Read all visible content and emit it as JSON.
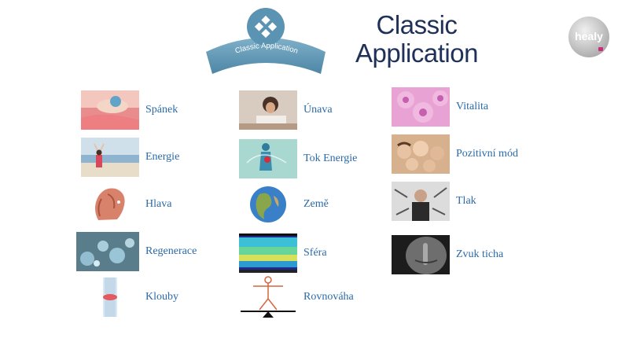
{
  "header": {
    "badge_text": "Classic Application",
    "title_line1": "Classic",
    "title_line2": "Application",
    "logo_text": "healy"
  },
  "columns": [
    {
      "items": [
        {
          "label": "Spánek",
          "icon": "sleeping-woman-image"
        },
        {
          "label": "Energie",
          "icon": "energetic-woman-beach-image"
        },
        {
          "label": "Hlava",
          "icon": "head-anatomy-image"
        },
        {
          "label": "Regenerace",
          "icon": "cells-bubbles-image"
        },
        {
          "label": "Klouby",
          "icon": "knee-joint-image"
        }
      ]
    },
    {
      "items": [
        {
          "label": "Únava",
          "icon": "tired-woman-image"
        },
        {
          "label": "Tok Energie",
          "icon": "energy-flow-body-image"
        },
        {
          "label": "Země",
          "icon": "earth-globe-image"
        },
        {
          "label": "Sféra",
          "icon": "spectrogram-image"
        },
        {
          "label": "Rovnováha",
          "icon": "balance-figure-image"
        }
      ]
    },
    {
      "items": [
        {
          "label": "Vitalita",
          "icon": "pink-cells-image"
        },
        {
          "label": "Pozitivní mód",
          "icon": "happy-group-image"
        },
        {
          "label": "Tlak",
          "icon": "stressed-man-image"
        },
        {
          "label": "Zvuk ticha",
          "icon": "finger-on-lips-image"
        }
      ]
    }
  ]
}
